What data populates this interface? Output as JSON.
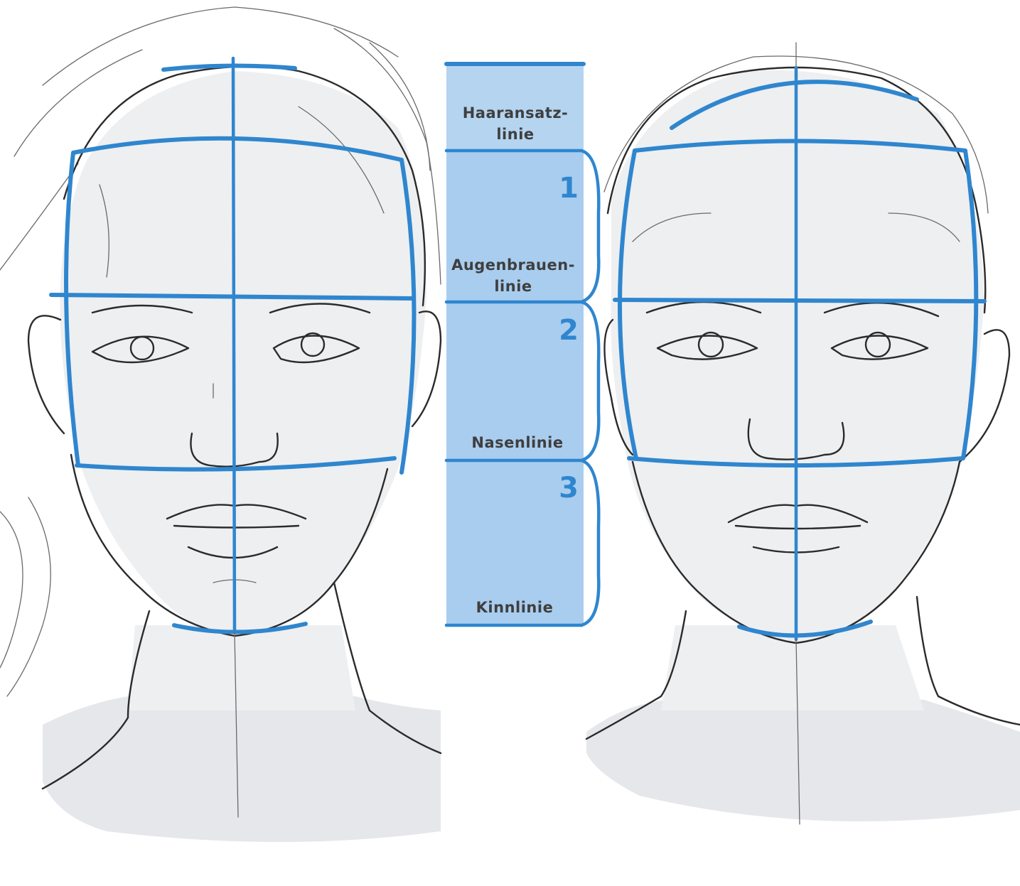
{
  "proportion_scale": {
    "lines": [
      {
        "label_line1": "Haaransatz-",
        "label_line2": "linie"
      },
      {
        "label_line1": "Augenbrauen-",
        "label_line2": "linie"
      },
      {
        "label_line1": "Nasenlinie",
        "label_line2": ""
      },
      {
        "label_line1": "Kinnlinie",
        "label_line2": ""
      }
    ],
    "sections": [
      "1",
      "2",
      "3"
    ]
  },
  "colors": {
    "guide_blue": "#2f86cf",
    "scale_fill": "#a9cdee",
    "pencil": "#2b2b2b",
    "skin": "#eeeff1"
  }
}
